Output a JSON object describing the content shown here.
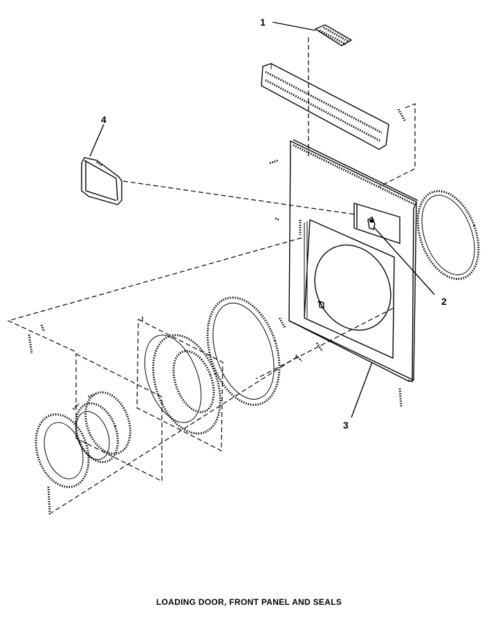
{
  "caption": "LOADING DOOR, FRONT PANEL AND SEALS",
  "callouts": {
    "c1": "1",
    "c2": "2",
    "c3": "3",
    "c4": "4"
  }
}
